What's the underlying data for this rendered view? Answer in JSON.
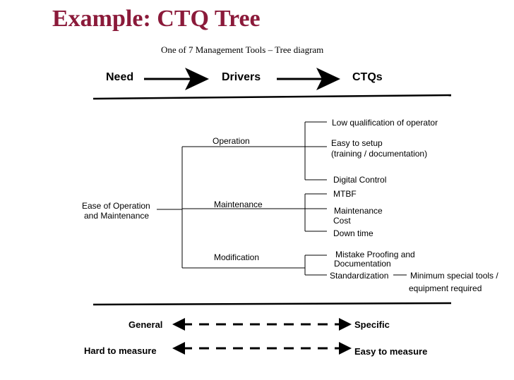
{
  "title": "Example: CTQ Tree",
  "subtitle": "One of  7 Management Tools – Tree diagram",
  "headers": {
    "need": "Need",
    "drivers": "Drivers",
    "ctqs": "CTQs"
  },
  "need": {
    "line1": "Ease of Operation",
    "line2": "and Maintenance"
  },
  "drivers": {
    "operation": "Operation",
    "maintenance": "Maintenance",
    "modification": "Modification"
  },
  "ctqs": {
    "low_qualification": "Low qualification of operator",
    "easy_setup_1": "Easy to setup",
    "easy_setup_2": "(training / documentation)",
    "digital_control": "Digital Control",
    "mtbf": "MTBF",
    "maintenance_cost_1": "Maintenance",
    "maintenance_cost_2": "Cost",
    "down_time": "Down time",
    "mistake_proofing_1": "Mistake Proofing and",
    "mistake_proofing_2": "Documentation",
    "standardization": "Standardization",
    "min_tools_1": "Minimum special tools /",
    "min_tools_2": "equipment required"
  },
  "footer": {
    "general": "General",
    "specific": "Specific",
    "hard_to_measure": "Hard to measure",
    "easy_to_measure": "Easy to measure"
  }
}
